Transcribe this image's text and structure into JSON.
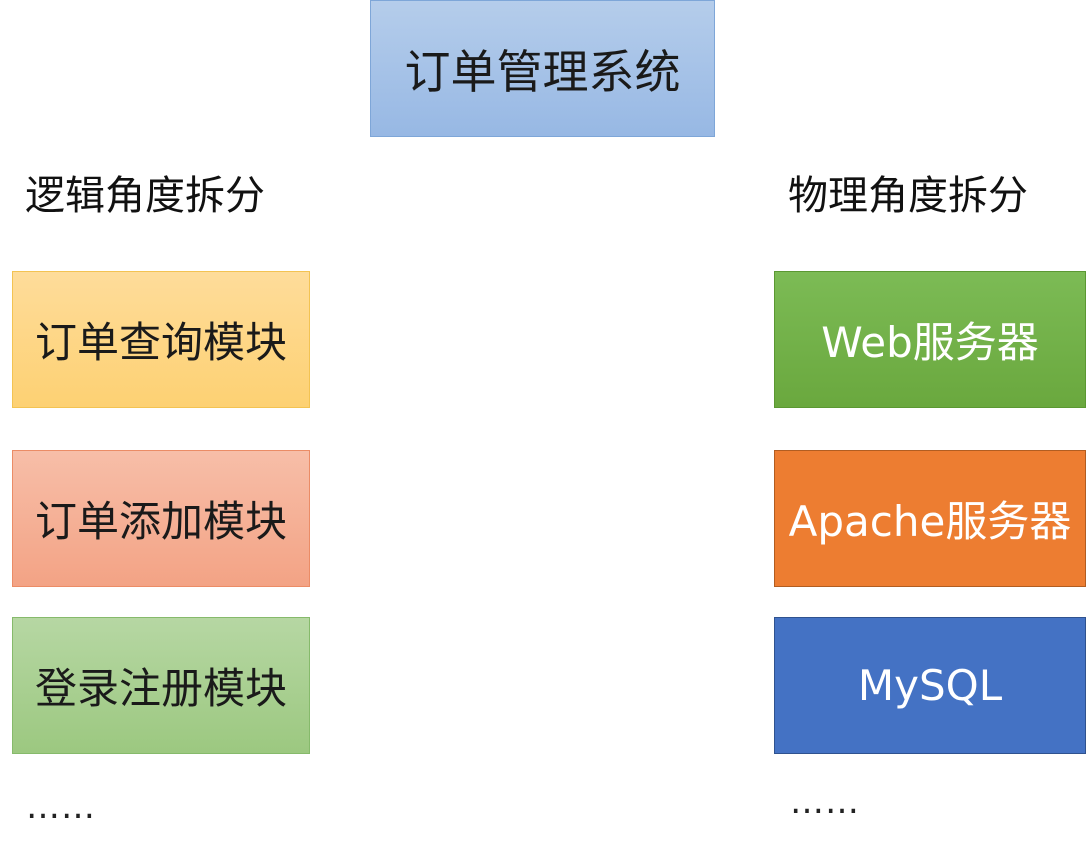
{
  "title": "订单管理系统",
  "left": {
    "heading": "逻辑角度拆分",
    "modules": [
      "订单查询模块",
      "订单添加模块",
      "登录注册模块"
    ],
    "more": "……"
  },
  "right": {
    "heading": "物理角度拆分",
    "servers": [
      "Web服务器",
      "Apache服务器",
      "MySQL"
    ],
    "more": "……"
  },
  "colors": {
    "title_box": "#a4c2e8",
    "query_module": "#fdd580",
    "add_module": "#f5ae92",
    "login_module": "#a8cf8e",
    "web_server": "#70ad47",
    "apache_server": "#ed7d31",
    "mysql_server": "#4472c4"
  }
}
